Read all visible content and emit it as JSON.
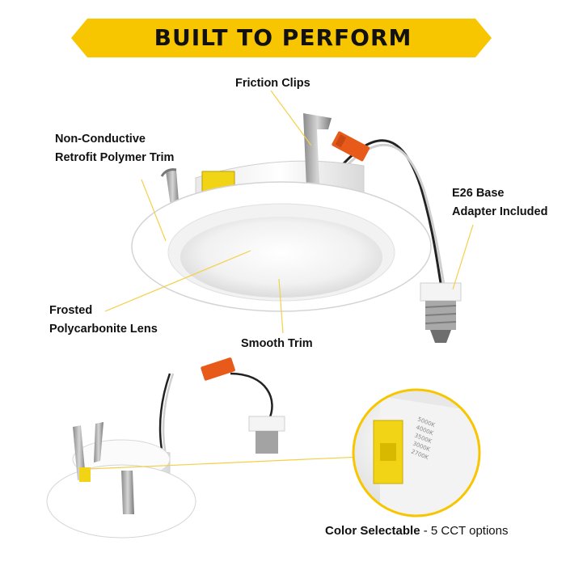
{
  "banner": {
    "title": "BUILT TO PERFORM",
    "color": "#F7C600"
  },
  "callouts": {
    "friction_clips": "Friction Clips",
    "trim_line1": "Non-Conductive",
    "trim_line2": "Retrofit Polymer Trim",
    "e26_line1": "E26 Base",
    "e26_line2": "Adapter Included",
    "lens_line1": "Frosted",
    "lens_line2": "Polycarbonite Lens",
    "smooth_trim": "Smooth Trim"
  },
  "caption": {
    "bold": "Color Selectable",
    "rest": " - 5 CCT options"
  },
  "cct_options": [
    "5000K",
    "4000K",
    "3500K",
    "3000K",
    "2700K"
  ],
  "colors": {
    "accent": "#F7C600",
    "leader": "#F3D04A",
    "connector": "#E85A1A",
    "trim": "#FFFFFF"
  }
}
